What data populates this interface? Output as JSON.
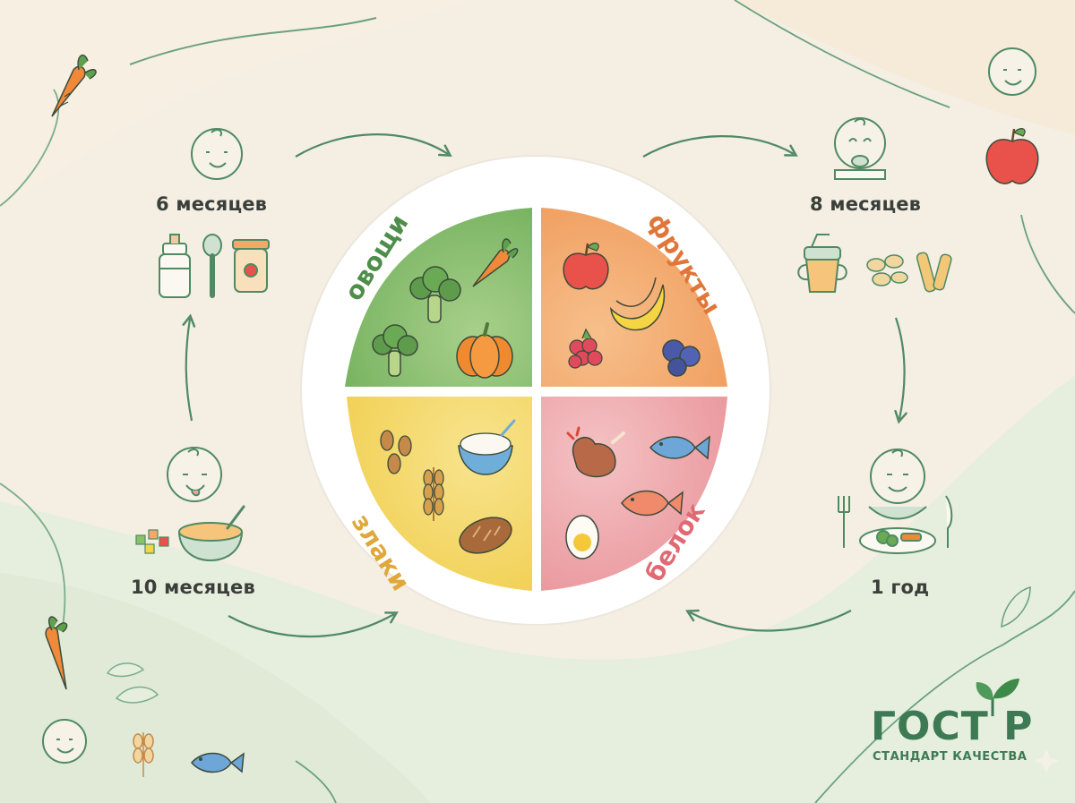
{
  "stages": {
    "six_months": "6 месяцев",
    "eight_months": "8 месяцев",
    "ten_months": "10 месяцев",
    "one_year": "1 год"
  },
  "plate": {
    "vegetables": "овощи",
    "fruits": "фрукты",
    "grains": "злаки",
    "protein": "белок"
  },
  "logo": {
    "title": "ГОСТ Р",
    "subtitle": "СТАНДАРТ КАЧЕСТВА"
  },
  "colors": {
    "vegetables": "#7cb462",
    "fruits": "#f0a064",
    "grains": "#f2d25a",
    "protein": "#eba0a6",
    "accent_green": "#3d7a54"
  }
}
